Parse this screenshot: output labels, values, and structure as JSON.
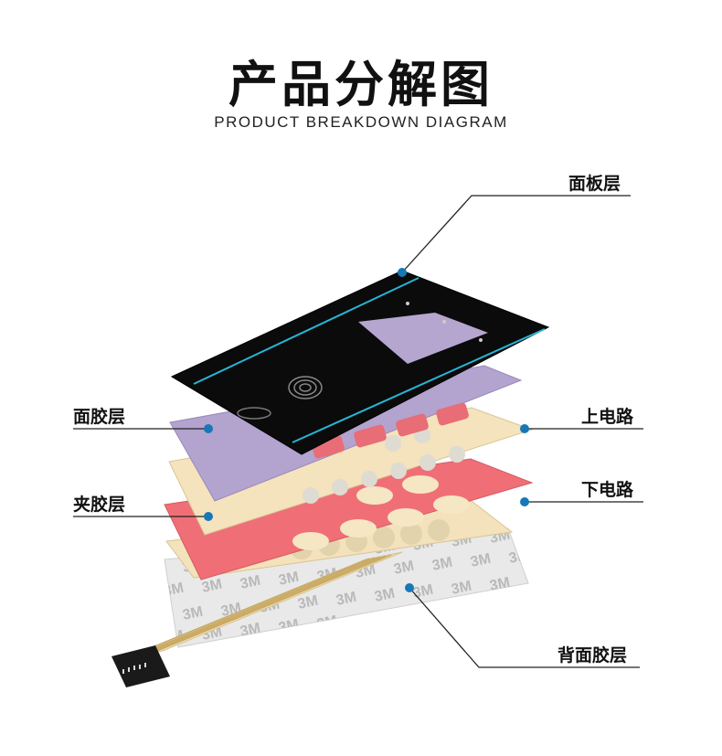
{
  "header": {
    "title": "产品分解图",
    "subtitle": "PRODUCT BREAKDOWN DIAGRAM"
  },
  "layers": {
    "panel": "面板层",
    "panel_adhesive": "面胶层",
    "upper_circuit": "上电路",
    "spacer_adhesive": "夹胶层",
    "lower_circuit": "下电路",
    "back_adhesive": "背面胶层"
  },
  "backing_watermark": "3M",
  "colors": {
    "panel": "#0b0b0b",
    "panel_accent": "#27b6d6",
    "window": "#b5a6d0",
    "panel_adhesive": "#b3a3cf",
    "circuit": "#f3e2bb",
    "spacer": "#f06f77",
    "backing": "#e6e6e6",
    "connector": "#1a1a1a",
    "dot": "#1778b8",
    "leader": "#222222"
  }
}
